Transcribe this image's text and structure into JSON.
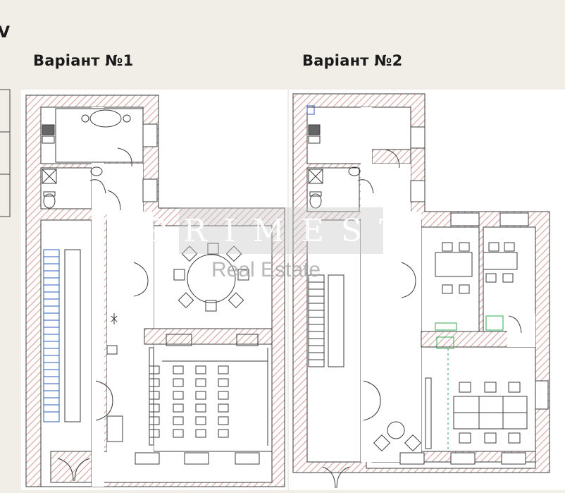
{
  "variants": [
    {
      "title": "Варіант №1"
    },
    {
      "title": "Варіант №2"
    }
  ],
  "watermark": {
    "brand": "PRIMEST",
    "sub": "Real Estate"
  },
  "edge_glyph": "V",
  "colors": {
    "wall_hatch": "#d9a39f",
    "line": "#3c3c3c",
    "accent_green": "#2fa84f",
    "background": "#f1eee7"
  }
}
